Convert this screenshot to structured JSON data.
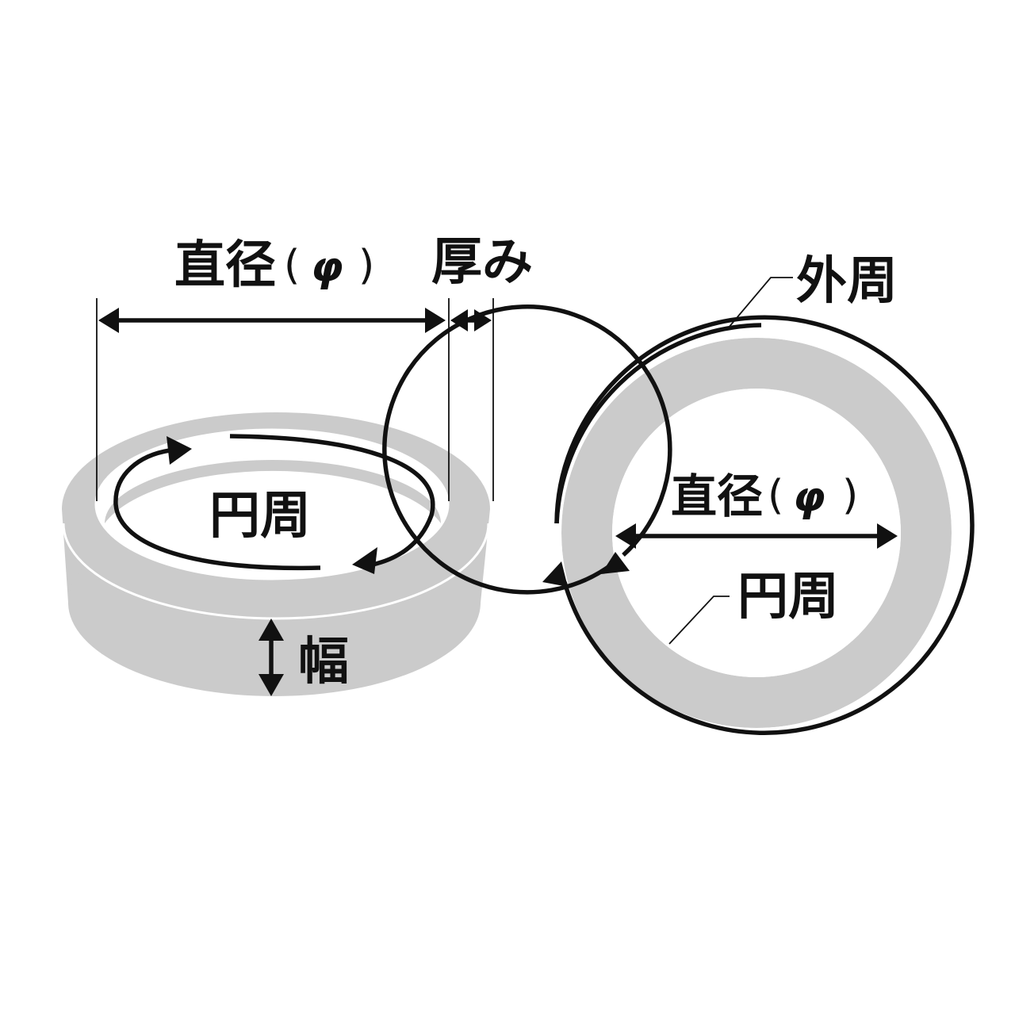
{
  "colors": {
    "ring_fill": "#cbcbcb",
    "ring_highlight": "#ffffff",
    "ink": "#111111",
    "background": "#ffffff"
  },
  "left_ring": {
    "diameter_label": "直径",
    "diameter_symbol": "φ",
    "paren_open": "(",
    "paren_close": ")",
    "thickness_label": "厚み",
    "circumference_label": "円周",
    "width_label": "幅"
  },
  "right_ring": {
    "outer_label": "外周",
    "diameter_label": "直径",
    "diameter_symbol": "φ",
    "paren_open": "(",
    "paren_close": ")",
    "inner_label": "円周"
  }
}
